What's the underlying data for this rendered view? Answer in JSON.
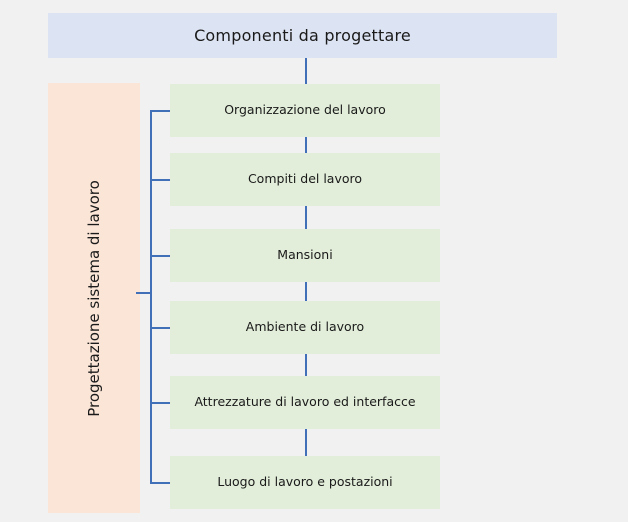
{
  "diagram": {
    "title": "Componenti da progettare",
    "side_panel": {
      "label": "Progettazione sistema di lavoro"
    },
    "components": [
      {
        "label": "Organizzazione del lavoro"
      },
      {
        "label": "Compiti del lavoro"
      },
      {
        "label": "Mansioni"
      },
      {
        "label": "Ambiente di lavoro"
      },
      {
        "label": "Attrezzature di lavoro ed interfacce"
      },
      {
        "label": "Luogo di lavoro e postazioni"
      }
    ],
    "colors": {
      "background": "#f1f1f1",
      "header_fill": "#dce3f2",
      "side_panel_fill": "#fbe5d7",
      "component_fill": "#e2eed9",
      "connector": "#4270b8",
      "text": "#1a1a1a"
    }
  }
}
